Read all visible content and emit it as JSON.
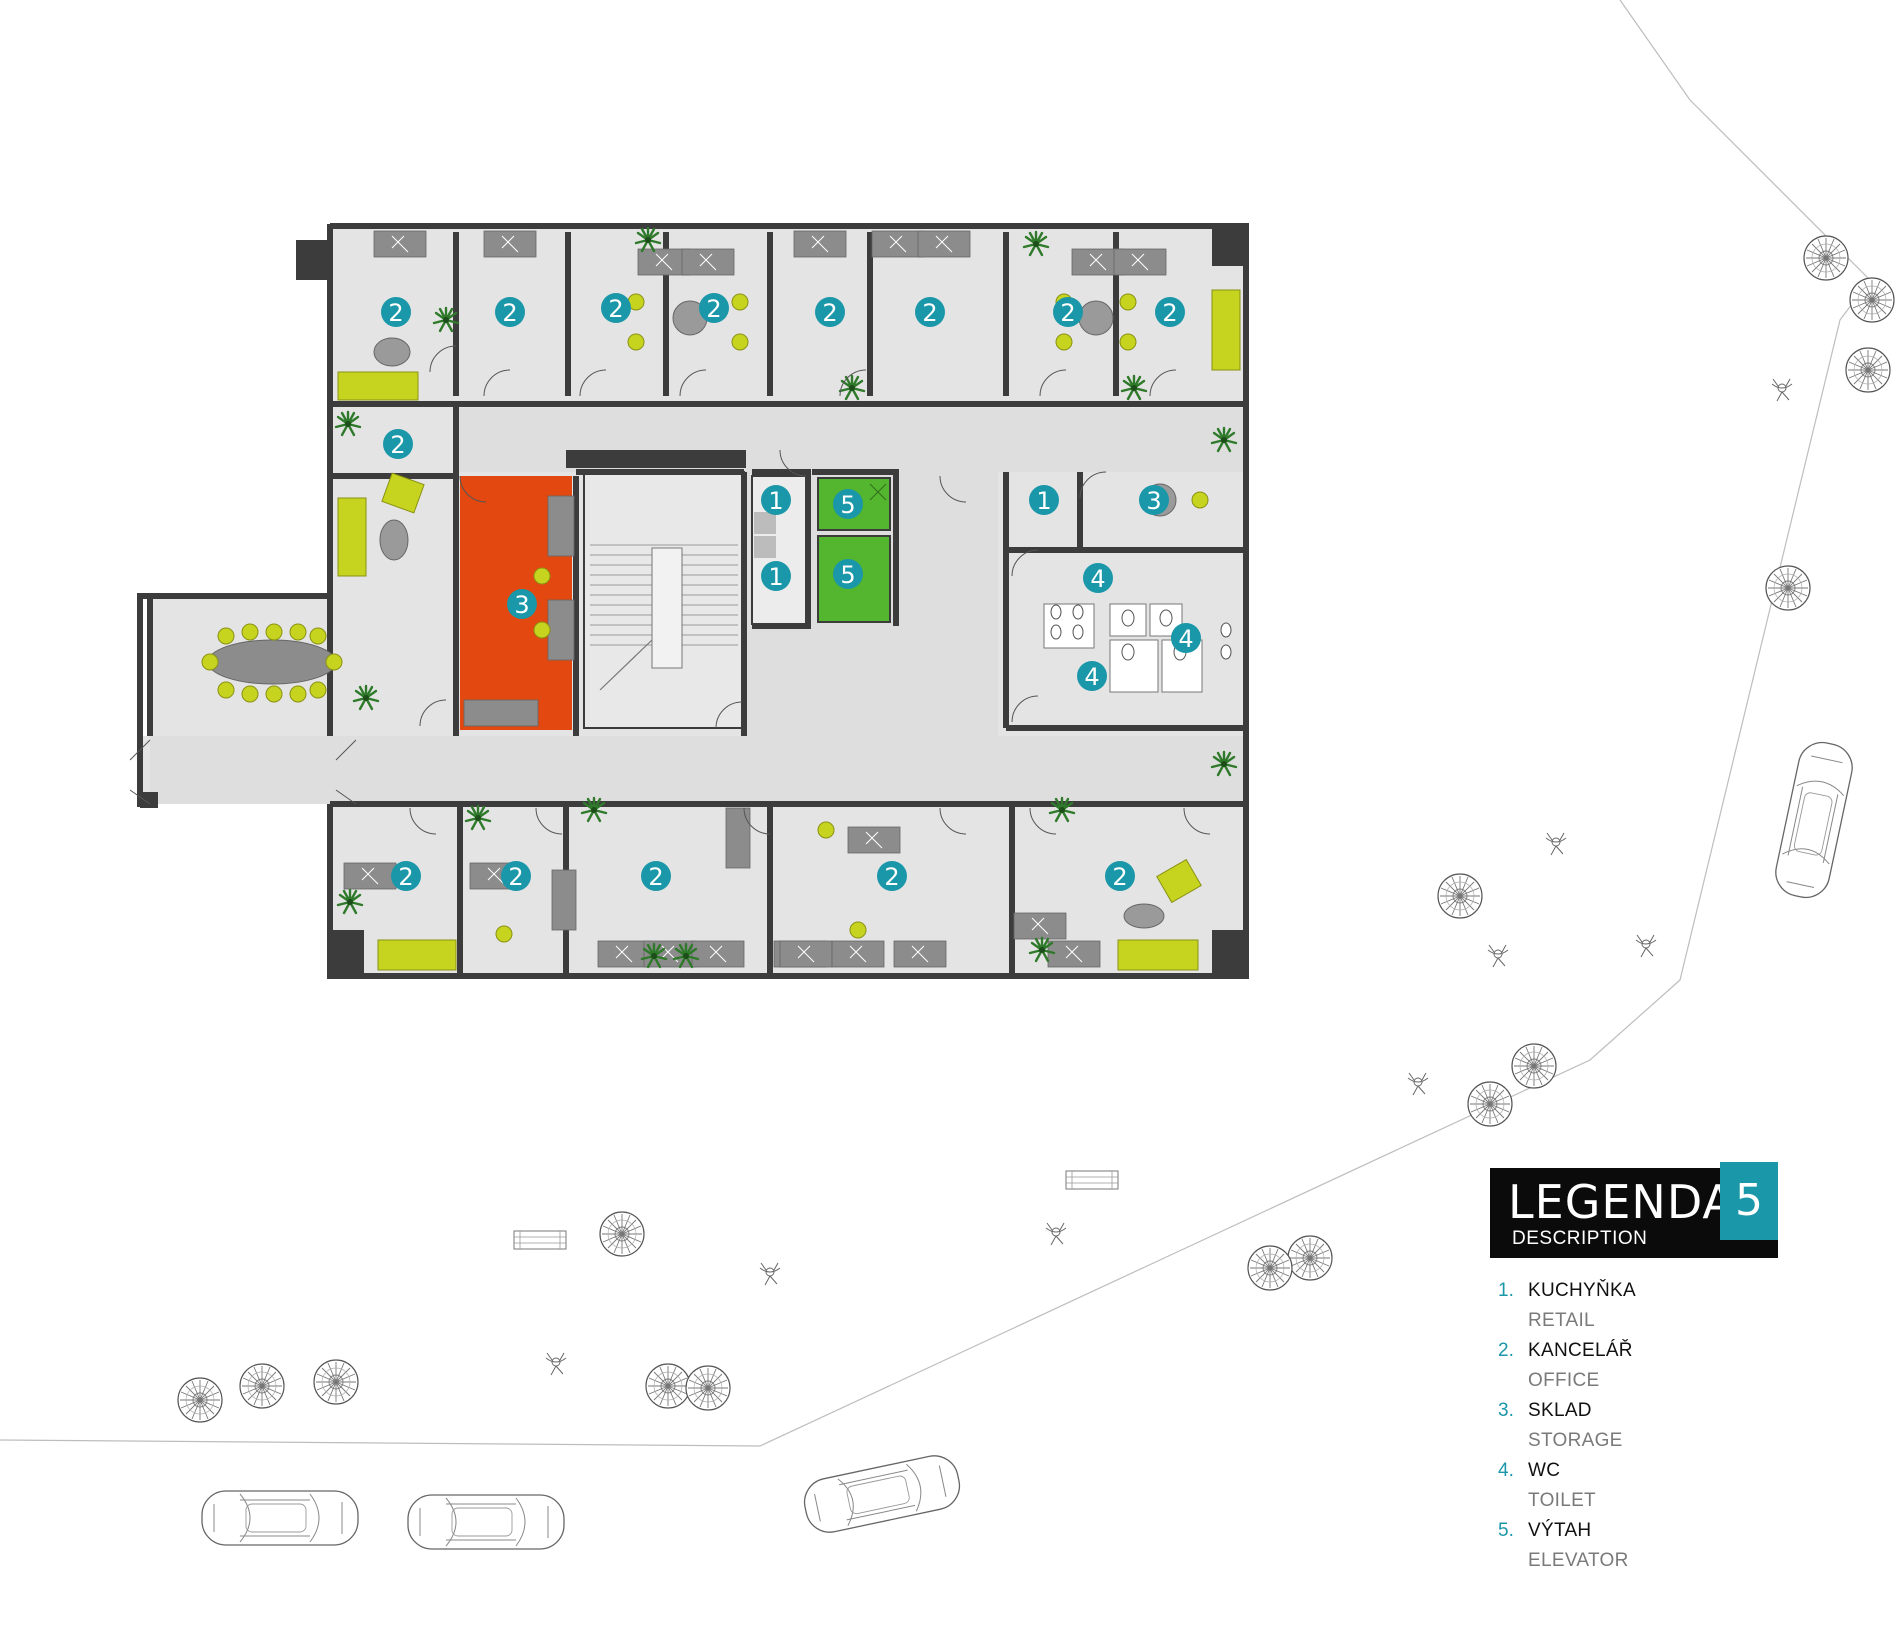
{
  "colors": {
    "wall": "#3c3c3c",
    "floor": "#e4e4e4",
    "corridor": "#dedede",
    "furniture": "#8c8c8c",
    "furniture_dark": "#6f6f6f",
    "sofa": "#c7d41f",
    "storage_room": "#e2480f",
    "elevator": "#54b52f",
    "marker": "#1a97a8",
    "plant": "#2f7a2a",
    "site_line": "#bdbdbd"
  },
  "room_markers": [
    "2",
    "2",
    "2",
    "2",
    "2",
    "2",
    "2",
    "2",
    "2",
    "1",
    "5",
    "1",
    "5",
    "1",
    "3",
    "3",
    "4",
    "4",
    "4",
    "2",
    "2",
    "2",
    "2",
    "2"
  ],
  "legend": {
    "title": "LEGENDA",
    "subtitle": "DESCRIPTION",
    "number": "5",
    "items": [
      {
        "num": "1.",
        "cz": "KUCHYŇKA",
        "en": "RETAIL"
      },
      {
        "num": "2.",
        "cz": "KANCELÁŘ",
        "en": "OFFICE"
      },
      {
        "num": "3.",
        "cz": "SKLAD",
        "en": "STORAGE"
      },
      {
        "num": "4.",
        "cz": "WC",
        "en": "TOILET"
      },
      {
        "num": "5.",
        "cz": "VÝTAH",
        "en": "ELEVATOR"
      }
    ]
  },
  "icons": {
    "marker": "numbered-circle",
    "tree": "tree-icon",
    "car": "car-icon",
    "person": "person-icon",
    "bench": "bench-icon",
    "plant": "plant-icon",
    "door": "door-swing"
  }
}
